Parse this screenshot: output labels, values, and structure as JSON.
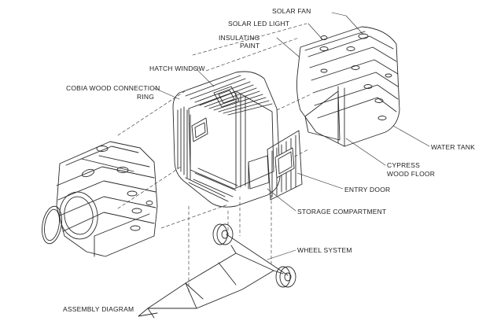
{
  "labels": {
    "solar_fan": "SOLAR  FAN",
    "solar_led_light": "SOLAR LED LIGHT",
    "insulating_paint_1": "INSULATING",
    "insulating_paint_2": "PAINT",
    "hatch_window": "HATCH WINDOW",
    "cobia_ring_1": "COBIA WOOD CONNECTION",
    "cobia_ring_2": "RING",
    "water_tank": "WATER TANK",
    "cypress_floor_1": "CYPRESS",
    "cypress_floor_2": "WOOD FLOOR",
    "entry_door": "ENTRY DOOR",
    "storage_compartment": "STORAGE COMPARTMENT",
    "wheel_system": "WHEEL SYSTEM",
    "assembly_diagram": "ASSEMBLY DIAGRAM"
  },
  "colors": {
    "line": "#2a2a2a",
    "background": "#ffffff"
  }
}
